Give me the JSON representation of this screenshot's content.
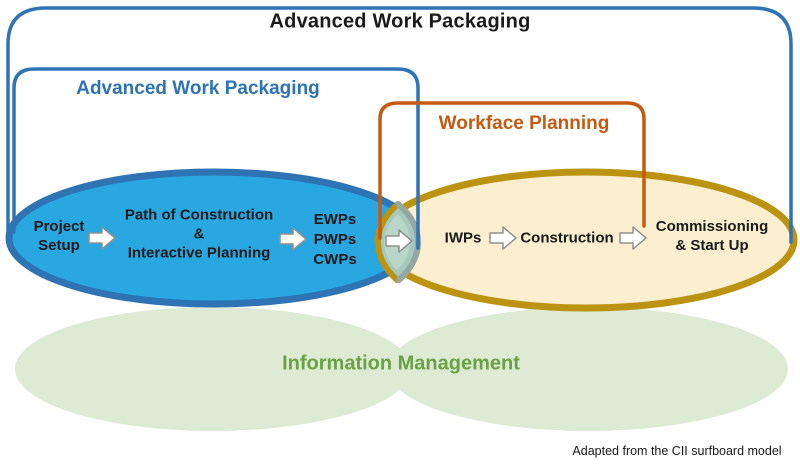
{
  "header": {
    "title": "Advanced Work Packaging"
  },
  "awp_bracket": {
    "title": "Advanced Work Packaging"
  },
  "workface_bracket": {
    "title": "Workface Planning"
  },
  "awp_ellipse": {
    "stages": [
      {
        "lines": [
          "Project",
          "Setup"
        ]
      },
      {
        "lines": [
          "Path of Construction",
          "&",
          "Interactive Planning"
        ]
      },
      {
        "lines": [
          "EWPs",
          "PWPs",
          "CWPs"
        ]
      }
    ]
  },
  "wfp_ellipse": {
    "stages": [
      {
        "lines": [
          "IWPs"
        ]
      },
      {
        "lines": [
          "Construction"
        ]
      },
      {
        "lines": [
          "Commissioning",
          "& Start Up"
        ]
      }
    ]
  },
  "information_management": {
    "title": "Information Management"
  },
  "footnote": {
    "text": "Adapted from the CII surfboard model"
  },
  "icons": {
    "flow_arrow": "white right block arrow"
  },
  "colors": {
    "bracket_blue": "#2E74B5",
    "awp_ellipse_fill": "#29A7E0",
    "awp_ellipse_border": "#2E74B5",
    "wfp_ellipse_fill": "#FBEFD0",
    "wfp_ellipse_border": "#BC9311",
    "workface_orange": "#C55A11",
    "overlap_fill": "#A6C9BD",
    "overlap_ring_gray": "#96A7A3",
    "info_ellipse_fill": "#DDEAD4",
    "info_text_green": "#69A145",
    "title_black": "#1A1A1A"
  }
}
